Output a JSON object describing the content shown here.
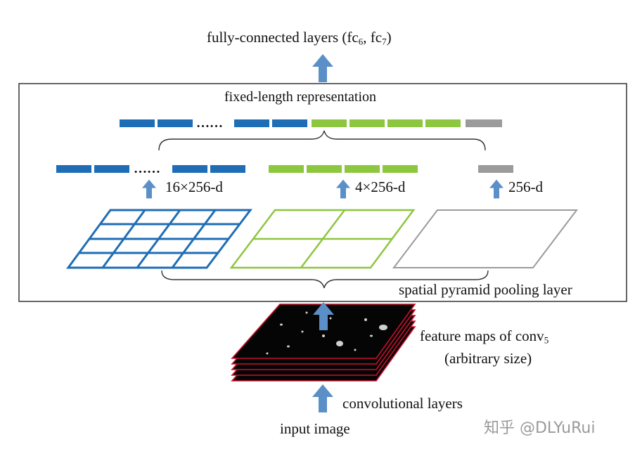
{
  "top_label": {
    "text": "fully-connected layers (fc",
    "sub1": "6",
    "mid": ", fc",
    "sub2": "7",
    "end": ")"
  },
  "box_title": "fixed-length representation",
  "dim_labels": [
    "16×256-d",
    "4×256-d",
    "256-d"
  ],
  "dots": "……",
  "spp_label": "spatial pyramid pooling layer",
  "feature_label": {
    "line1_text": "feature maps of conv",
    "line1_sub": "5",
    "line2": "(arbitrary size)"
  },
  "conv_label": "convolutional layers",
  "input_label": "input image",
  "watermark": "知乎 @DLYuRui",
  "colors": {
    "blue": "#1f6db5",
    "green": "#8dc63f",
    "gray": "#9b9b9b",
    "arrow": "#5b8fc7",
    "feature_border": "#c8102e"
  }
}
